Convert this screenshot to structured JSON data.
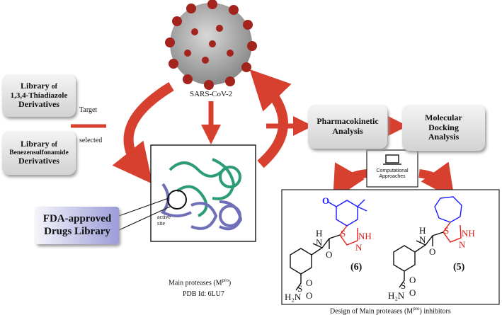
{
  "virus_label": "SARS-CoV-2",
  "libraries": [
    {
      "line1": "Library",
      "small": "of",
      "line2": "1,3,4-Thiadiazole",
      "line3": "Derivatives"
    },
    {
      "line1": "Library",
      "small": "of",
      "line2": "Benezensulfonamide",
      "line3": "Derivatives"
    }
  ],
  "connector_labels": {
    "target": "Target",
    "selected": "selected"
  },
  "fda_box": {
    "line1": "FDA-approved",
    "line2": "Drugs Library"
  },
  "active_site_label": {
    "line1": "active",
    "line2": "site"
  },
  "protein_caption": {
    "text": "Main proteases (M",
    "sup": "pro",
    "close": ")",
    "pdb": "PDB Id: 6LU7"
  },
  "steps": [
    {
      "line1": "Pharmacokinetic",
      "line2": "Analysis"
    },
    {
      "line1": "Molecular",
      "line2": "Docking",
      "line3": "Analysis"
    }
  ],
  "computational": {
    "line1": "Computational",
    "line2": "Approaches"
  },
  "compounds": [
    {
      "id": "(6)",
      "atoms": {
        "o": "O",
        "s": "S",
        "nh": "NH",
        "n": "N",
        "amideN": "N",
        "amideH": "H",
        "amideO": "O",
        "sulfS": "S",
        "sulfO1": "O",
        "sulfO2": "O",
        "h2n": "H₂N"
      }
    },
    {
      "id": "(5)",
      "atoms": {
        "s": "S",
        "nh": "NH",
        "n": "N",
        "amideN": "N",
        "amideH": "H",
        "amideO": "O",
        "sulfS": "S",
        "sulfO1": "O",
        "sulfO2": "O",
        "h2n": "H₂N"
      }
    }
  ],
  "design_caption": {
    "text": "Design of Main proteases (M",
    "sup": "pro",
    "close": ") inhibitors"
  },
  "colors": {
    "arrow": "#d7402f",
    "blue": "#1a1aff",
    "red": "#e0201a",
    "purple": "#6e6ec8"
  }
}
